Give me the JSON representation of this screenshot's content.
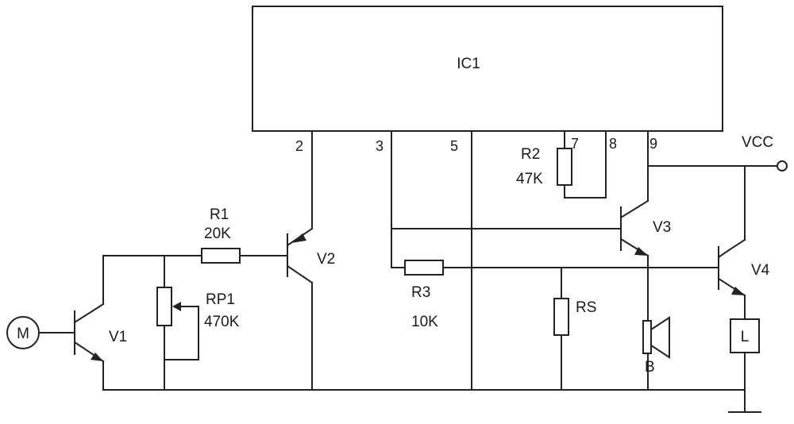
{
  "ic": {
    "name": "IC1"
  },
  "pins": {
    "p2": "2",
    "p3": "3",
    "p5": "5",
    "p7": "7",
    "p8": "8",
    "p9": "9"
  },
  "supply": {
    "label": "VCC"
  },
  "components": {
    "motor": {
      "symbol": "M"
    },
    "v1": {
      "name": "V1"
    },
    "v2": {
      "name": "V2"
    },
    "v3": {
      "name": "V3"
    },
    "v4": {
      "name": "V4"
    },
    "r1": {
      "name": "R1",
      "value": "20K"
    },
    "rp1": {
      "name": "RP1",
      "value": "470K"
    },
    "r2": {
      "name": "R2",
      "value": "47K"
    },
    "r3": {
      "name": "R3",
      "value": "10K"
    },
    "rs": {
      "name": "RS"
    },
    "buzzer": {
      "name": "B"
    },
    "load": {
      "name": "L"
    }
  },
  "colors": {
    "line": "#222222",
    "background": "#ffffff"
  }
}
